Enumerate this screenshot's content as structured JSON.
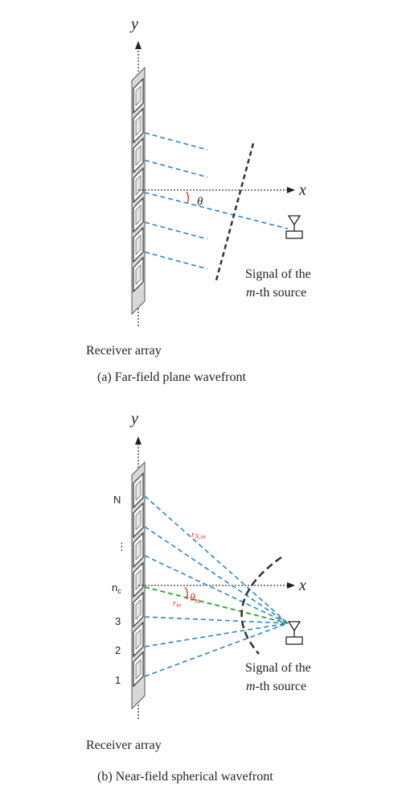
{
  "panel_a": {
    "axis_y": "y",
    "axis_x": "x",
    "angle_label": "θ",
    "signal_line1": "Signal of the",
    "signal_line2_italic": "m",
    "signal_line2_rest": "-th source",
    "array_label": "Receiver array",
    "caption": "(a) Far-field plane wavefront"
  },
  "panel_b": {
    "axis_y": "y",
    "axis_x": "x",
    "element_labels": {
      "top": "N",
      "ellipsis": "⋮",
      "center": "n",
      "center_sub": "c",
      "three": "3",
      "two": "2",
      "one": "1"
    },
    "range_far": "r",
    "range_far_sub": "N,m",
    "range_center": "r",
    "range_center_sub": "m",
    "angle_label": "θ",
    "angle_sub": "m",
    "signal_line1": "Signal of the",
    "signal_line2_italic": "m",
    "signal_line2_rest": "-th source",
    "array_label": "Receiver array",
    "caption": "(b) Near-field spherical wavefront"
  },
  "colors": {
    "blue_ray": "#2e86c1",
    "green_ray": "#2ca02c",
    "red_annot": "#e0373a",
    "panel_fill": "#d8d8d8",
    "ink": "#222222"
  }
}
